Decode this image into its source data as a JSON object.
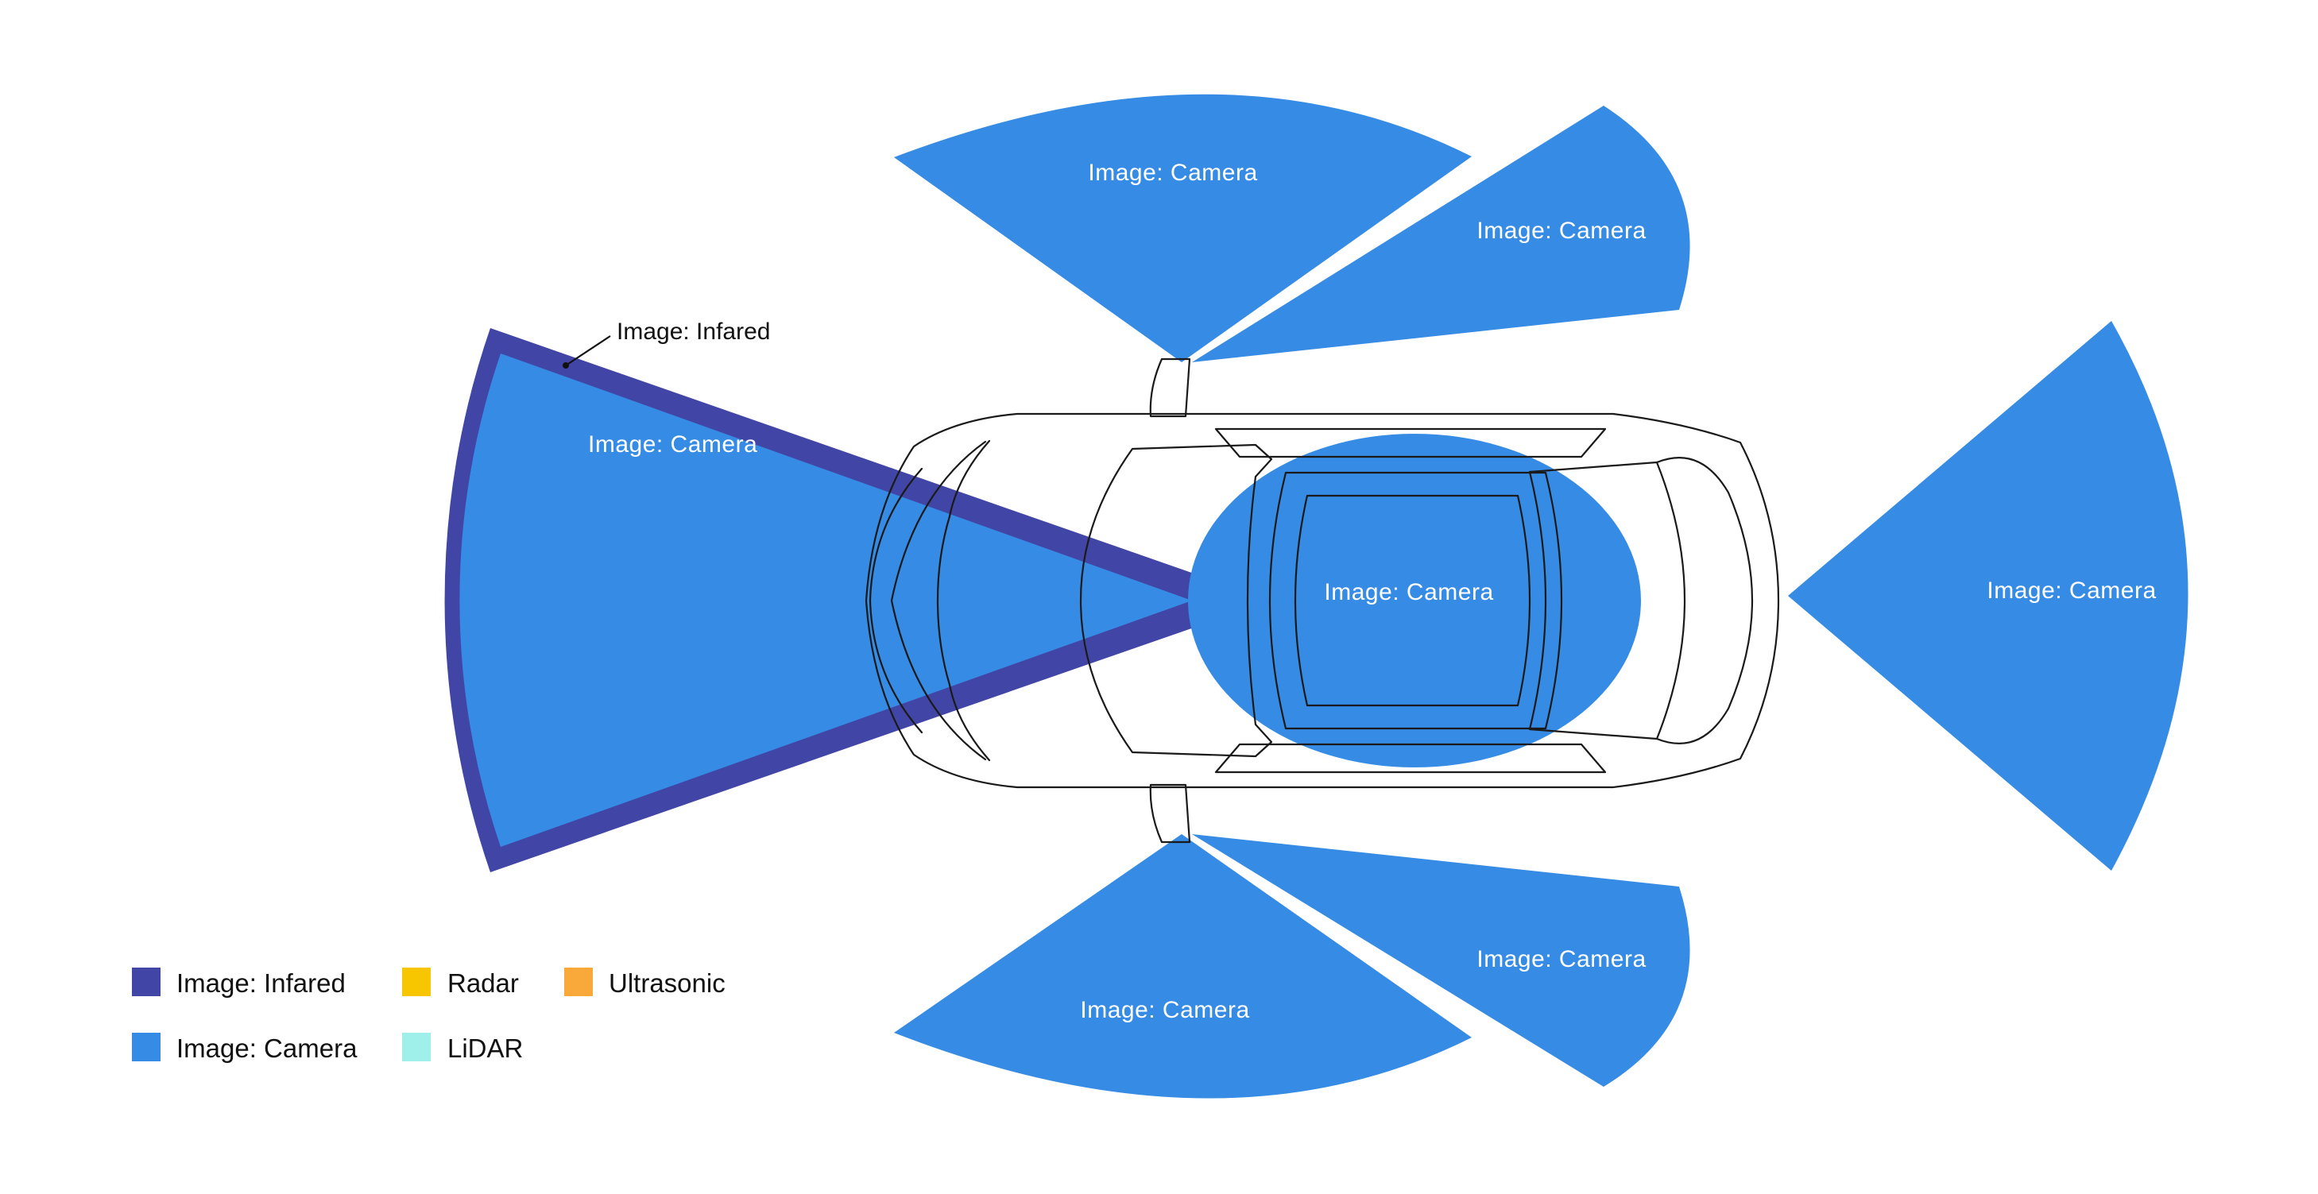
{
  "colors": {
    "infrared": "#4146a6",
    "camera": "#368be4",
    "radar": "#f7c600",
    "ultrasonic": "#f8a93a",
    "lidar": "#9ff0ea",
    "label_on_fill": "#ffffff",
    "label_dark": "#111111",
    "car_outline": "#1a1a1a"
  },
  "zones": {
    "front_camera": "Image: Camera",
    "front_left_camera": "Image: Camera",
    "front_right_camera": "Image: Camera",
    "interior_camera": "Image: Camera",
    "rear_camera": "Image: Camera",
    "rear_left_camera": "Image: Camera",
    "rear_right_camera": "Image: Camera"
  },
  "callouts": {
    "infrared": "Image: Infared"
  },
  "legend": {
    "items": [
      {
        "label": "Image: Infared",
        "color": "#4146a6"
      },
      {
        "label": "Radar",
        "color": "#f7c600"
      },
      {
        "label": "Ultrasonic",
        "color": "#f8a93a"
      },
      {
        "label": "Image: Camera",
        "color": "#368be4"
      },
      {
        "label": "LiDAR",
        "color": "#9ff0ea"
      }
    ]
  }
}
